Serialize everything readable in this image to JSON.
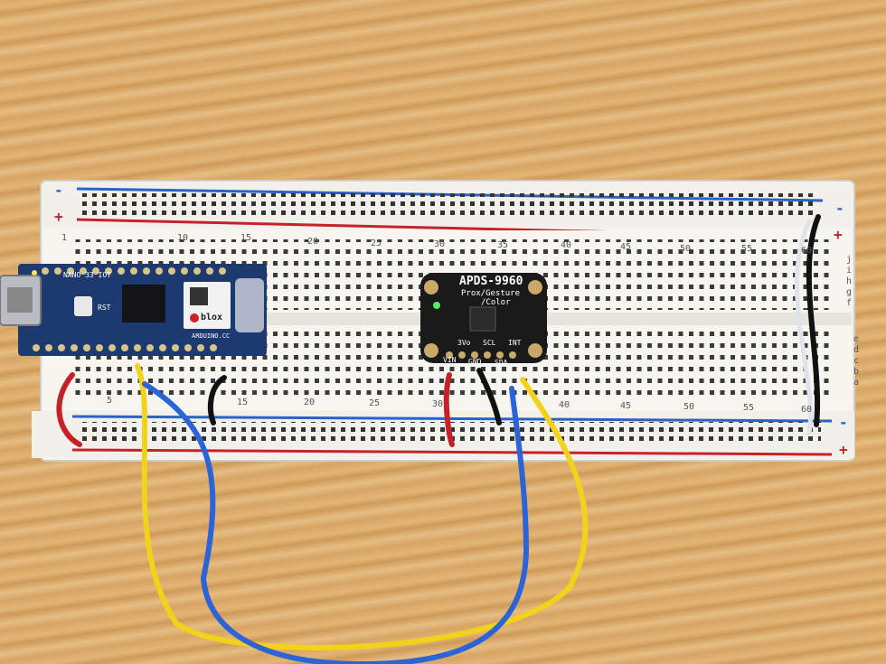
{
  "breadboard": {
    "rail_minus": "-",
    "rail_plus": "+",
    "column_numbers": [
      "1",
      "5",
      "10",
      "15",
      "20",
      "25",
      "30",
      "35",
      "40",
      "45",
      "50",
      "55",
      "60"
    ],
    "row_letters_top": [
      "f",
      "g",
      "h",
      "i",
      "j"
    ],
    "row_letters_bottom": [
      "a",
      "b",
      "c",
      "d",
      "e"
    ]
  },
  "arduino": {
    "model_text": "NANO 33 IOT",
    "reset_label": "RST",
    "brand_label": "ARDUINO.CC",
    "module_brand": "blox"
  },
  "sensor": {
    "title": "APDS-9960",
    "subtitle_1": "Prox/Gesture",
    "subtitle_2": "/Color",
    "pins": [
      "VIN",
      "3Vo",
      "GND",
      "SCL",
      "SDA",
      "INT"
    ]
  },
  "colors": {
    "board": "#f4f3ee",
    "rail_red": "#c8202a",
    "rail_blue": "#2a62c8",
    "arduino_pcb": "#1c3a70",
    "sensor_pcb": "#1a1a1a",
    "wire_yellow": "#f2d21a",
    "wire_blue": "#2a64d6",
    "wire_red": "#c8202a",
    "wire_black": "#111111",
    "wire_white": "#dfe3ea"
  }
}
